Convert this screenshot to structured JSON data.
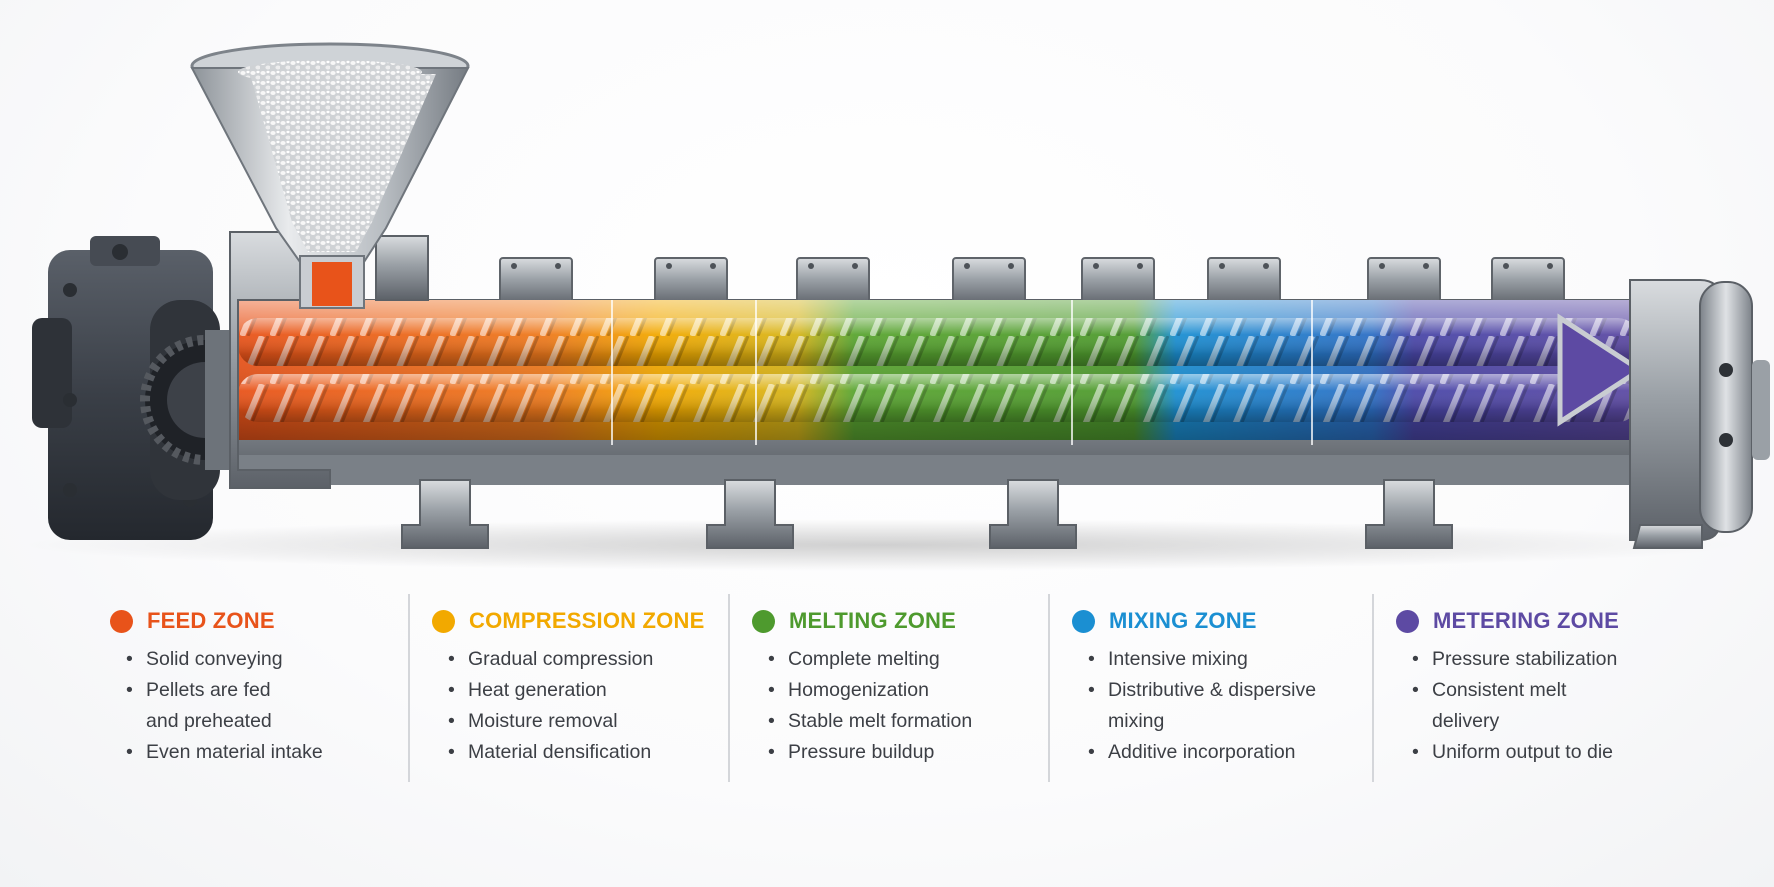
{
  "colors": {
    "feed": "#e8531a",
    "compression": "#f2a900",
    "melting": "#4e9a2e",
    "mixing": "#1b8fd2",
    "metering": "#5d4aa3",
    "steel_dark": "#3b4048",
    "steel_mid": "#8a9097",
    "steel_light": "#c9cdd2"
  },
  "illustration": {
    "subject": "twin-screw-extruder-cutaway",
    "hopper_icon": "hopper-icon",
    "motor_icon": "gearbox-icon",
    "die_icon": "die-head-icon"
  },
  "zones": [
    {
      "key": "feed",
      "title": "FEED ZONE",
      "color": "#e8531a",
      "bullets": [
        "Solid conveying",
        "Pellets are fed\nand preheated",
        "Even material intake"
      ]
    },
    {
      "key": "compression",
      "title": "COMPRESSION ZONE",
      "color": "#f2a900",
      "bullets": [
        "Gradual compression",
        "Heat generation",
        "Moisture removal",
        "Material densification"
      ]
    },
    {
      "key": "melting",
      "title": "MELTING ZONE",
      "color": "#4e9a2e",
      "bullets": [
        "Complete melting",
        "Homogenization",
        "Stable melt formation",
        "Pressure buildup"
      ]
    },
    {
      "key": "mixing",
      "title": "MIXING ZONE",
      "color": "#1b8fd2",
      "bullets": [
        "Intensive mixing",
        "Distributive & dispersive\nmixing",
        "Additive incorporation"
      ]
    },
    {
      "key": "metering",
      "title": "METERING ZONE",
      "color": "#5d4aa3",
      "bullets": [
        "Pressure stabilization",
        "Consistent melt\ndelivery",
        "Uniform output to die"
      ]
    }
  ]
}
